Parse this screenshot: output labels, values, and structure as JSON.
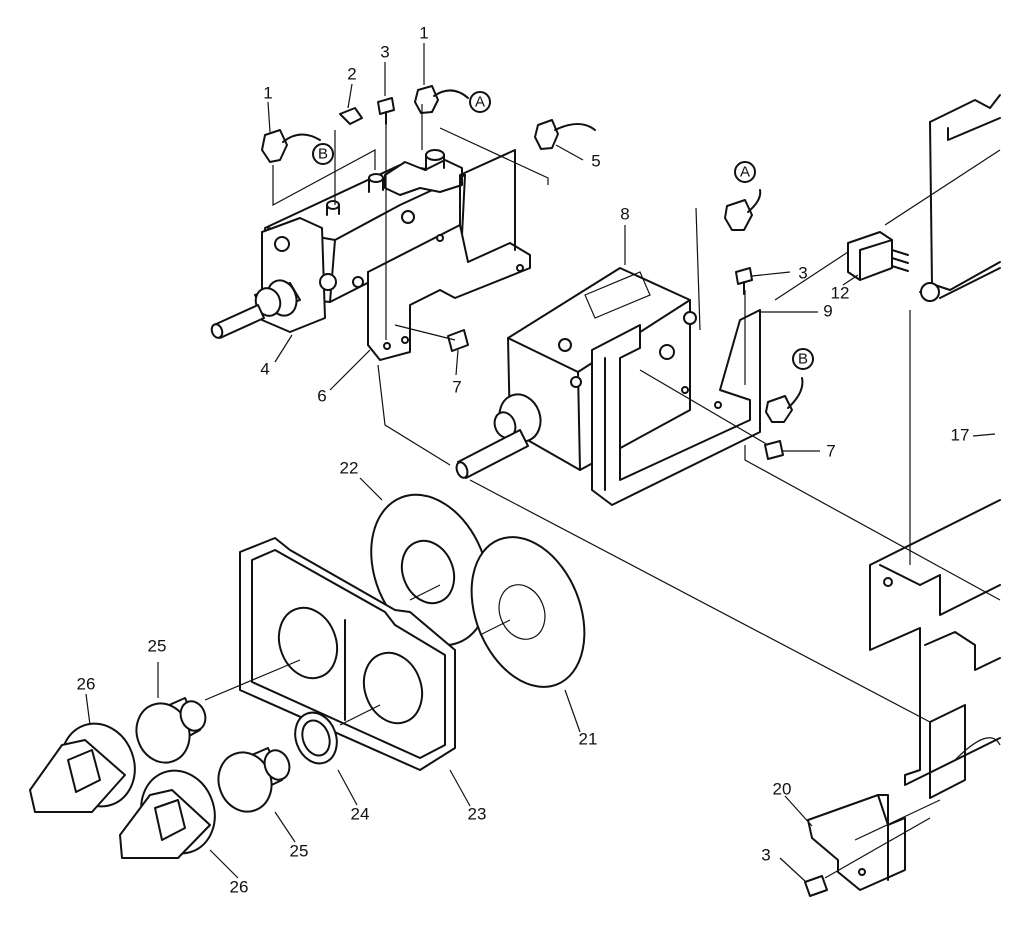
{
  "part_labels": {
    "p1a": "1",
    "p1b": "1",
    "p2": "2",
    "p3a": "3",
    "p3b": "3",
    "p3c": "3",
    "p4": "4",
    "p5": "5",
    "p6": "6",
    "p7a": "7",
    "p7b": "7",
    "p8": "8",
    "p9": "9",
    "p12": "12",
    "p17": "17",
    "p20": "20",
    "p21": "21",
    "p22": "22",
    "p23": "23",
    "p24": "24",
    "p25a": "25",
    "p25b": "25",
    "p26a": "26",
    "p26b": "26"
  },
  "connector_refs": {
    "a1": "A",
    "a2": "A",
    "b1": "B",
    "b2": "B"
  }
}
